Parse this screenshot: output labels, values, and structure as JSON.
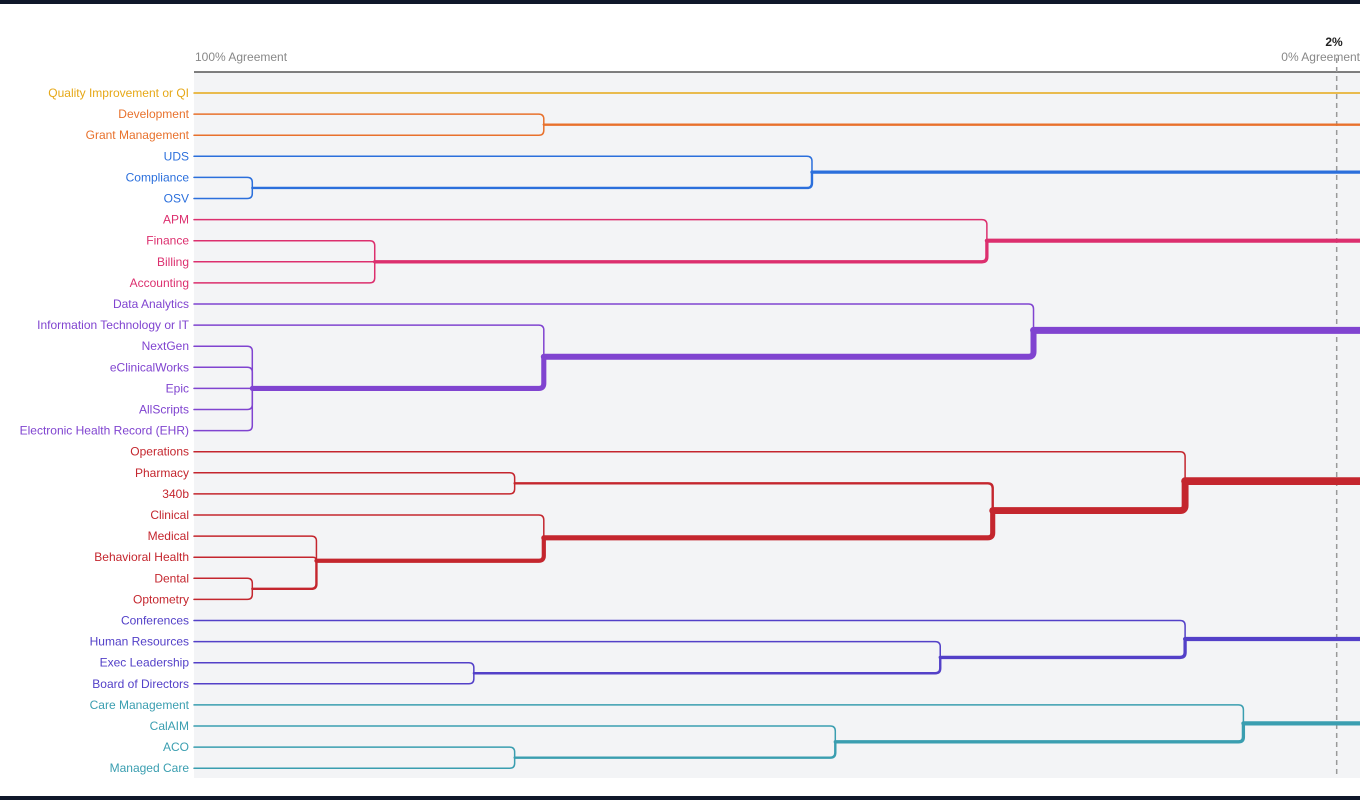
{
  "chart_data": {
    "type": "dendrogram",
    "axis": {
      "left_label": "100% Agreement",
      "right_label": "0% Agreement",
      "threshold_label": "2%",
      "threshold_agreement": 2,
      "range": [
        100,
        0
      ]
    },
    "leaves": [
      {
        "label": "Quality Improvement or QI",
        "color": "#e6a817"
      },
      {
        "label": "Development",
        "color": "#e8712c"
      },
      {
        "label": "Grant Management",
        "color": "#e8712c"
      },
      {
        "label": "UDS",
        "color": "#2b6fdc"
      },
      {
        "label": "Compliance",
        "color": "#2b6fdc"
      },
      {
        "label": "OSV",
        "color": "#2b6fdc"
      },
      {
        "label": "APM",
        "color": "#dc2f6e"
      },
      {
        "label": "Finance",
        "color": "#dc2f6e"
      },
      {
        "label": "Billing",
        "color": "#dc2f6e"
      },
      {
        "label": "Accounting",
        "color": "#dc2f6e"
      },
      {
        "label": "Data Analytics",
        "color": "#8044d0"
      },
      {
        "label": "Information Technology or IT",
        "color": "#8044d0"
      },
      {
        "label": "NextGen",
        "color": "#8044d0"
      },
      {
        "label": "eClinicalWorks",
        "color": "#8044d0"
      },
      {
        "label": "Epic",
        "color": "#8044d0"
      },
      {
        "label": "AllScripts",
        "color": "#8044d0"
      },
      {
        "label": "Electronic Health Record (EHR)",
        "color": "#8044d0"
      },
      {
        "label": "Operations",
        "color": "#c4262e"
      },
      {
        "label": "Pharmacy",
        "color": "#c4262e"
      },
      {
        "label": "340b",
        "color": "#c4262e"
      },
      {
        "label": "Clinical",
        "color": "#c4262e"
      },
      {
        "label": "Medical",
        "color": "#c4262e"
      },
      {
        "label": "Behavioral Health",
        "color": "#c4262e"
      },
      {
        "label": "Dental",
        "color": "#c4262e"
      },
      {
        "label": "Optometry",
        "color": "#c4262e"
      },
      {
        "label": "Conferences",
        "color": "#5340c8"
      },
      {
        "label": "Human Resources",
        "color": "#5340c8"
      },
      {
        "label": "Exec Leadership",
        "color": "#5340c8"
      },
      {
        "label": "Board of Directors",
        "color": "#5340c8"
      },
      {
        "label": "Care Management",
        "color": "#3a9eb0"
      },
      {
        "label": "CalAIM",
        "color": "#3a9eb0"
      },
      {
        "label": "ACO",
        "color": "#3a9eb0"
      },
      {
        "label": "Managed Care",
        "color": "#3a9eb0"
      }
    ],
    "merges": [
      {
        "children": [
          "L1",
          "L2"
        ],
        "agreement": 70,
        "color": "#e8712c",
        "id": "M1"
      },
      {
        "children": [
          "L4",
          "L5"
        ],
        "agreement": 95,
        "color": "#2b6fdc",
        "id": "M2"
      },
      {
        "children": [
          "L3",
          "M2"
        ],
        "agreement": 47,
        "color": "#2b6fdc",
        "id": "M3"
      },
      {
        "children": [
          "L7",
          "L8",
          "L9"
        ],
        "agreement": 84.5,
        "color": "#dc2f6e",
        "id": "M4"
      },
      {
        "children": [
          "L6",
          "M4"
        ],
        "agreement": 32,
        "color": "#dc2f6e",
        "id": "M5"
      },
      {
        "children": [
          "L12",
          "L13",
          "L14",
          "L15",
          "L16"
        ],
        "agreement": 95,
        "color": "#8044d0",
        "id": "M6"
      },
      {
        "children": [
          "L11",
          "M6"
        ],
        "agreement": 70,
        "color": "#8044d0",
        "id": "M7"
      },
      {
        "children": [
          "L10",
          "M7"
        ],
        "agreement": 28,
        "color": "#8044d0",
        "id": "M8"
      },
      {
        "children": [
          "L18",
          "L19"
        ],
        "agreement": 72.5,
        "color": "#c4262e",
        "id": "M9"
      },
      {
        "children": [
          "L23",
          "L24"
        ],
        "agreement": 95,
        "color": "#c4262e",
        "id": "M10"
      },
      {
        "children": [
          "L21",
          "L22",
          "M10"
        ],
        "agreement": 89.5,
        "color": "#c4262e",
        "id": "M11"
      },
      {
        "children": [
          "L20",
          "M11"
        ],
        "agreement": 70,
        "color": "#c4262e",
        "id": "M12"
      },
      {
        "children": [
          "M9",
          "M12"
        ],
        "agreement": 31.5,
        "color": "#c4262e",
        "id": "M13"
      },
      {
        "children": [
          "L17",
          "M13"
        ],
        "agreement": 15,
        "color": "#c4262e",
        "id": "M14"
      },
      {
        "children": [
          "L27",
          "L28"
        ],
        "agreement": 76,
        "color": "#5340c8",
        "id": "M15"
      },
      {
        "children": [
          "L26",
          "M15"
        ],
        "agreement": 36,
        "color": "#5340c8",
        "id": "M16"
      },
      {
        "children": [
          "L25",
          "M16"
        ],
        "agreement": 15,
        "color": "#5340c8",
        "id": "M17"
      },
      {
        "children": [
          "L31",
          "L32"
        ],
        "agreement": 72.5,
        "color": "#3a9eb0",
        "id": "M18"
      },
      {
        "children": [
          "L30",
          "M18"
        ],
        "agreement": 45,
        "color": "#3a9eb0",
        "id": "M19"
      },
      {
        "children": [
          "L29",
          "M19"
        ],
        "agreement": 10,
        "color": "#3a9eb0",
        "id": "M20"
      }
    ],
    "roots": [
      {
        "node": "L0",
        "color": "#e6a817"
      },
      {
        "node": "M1",
        "color": "#e8712c"
      },
      {
        "node": "M3",
        "color": "#2b6fdc"
      },
      {
        "node": "M5",
        "color": "#dc2f6e"
      },
      {
        "node": "M8",
        "color": "#8044d0"
      },
      {
        "node": "M14",
        "color": "#c4262e"
      },
      {
        "node": "M17",
        "color": "#5340c8"
      },
      {
        "node": "M20",
        "color": "#3a9eb0"
      }
    ]
  }
}
